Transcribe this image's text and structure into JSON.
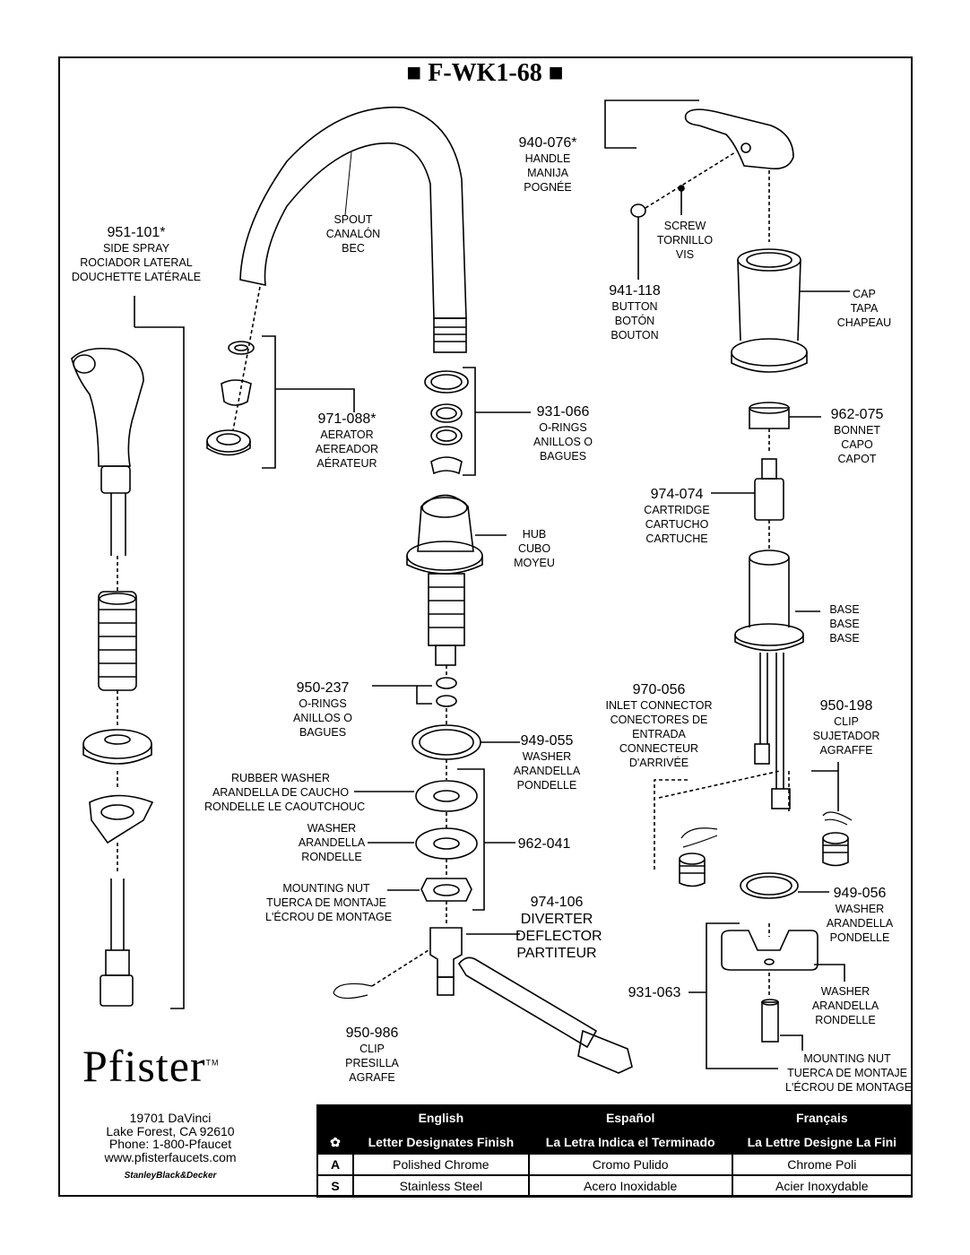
{
  "title": "■ F-WK1-68 ■",
  "parts": {
    "side_spray": {
      "num": "951-101*",
      "en": "SIDE SPRAY",
      "es": "ROCIADOR LATERAL",
      "fr": "DOUCHETTE LATÉRALE"
    },
    "spout": {
      "en": "SPOUT",
      "es": "CANALÓN",
      "fr": "BEC"
    },
    "aerator": {
      "num": "971-088*",
      "en": "AERATOR",
      "es": "AEREADOR",
      "fr": "AÉRATEUR"
    },
    "orings_931": {
      "num": "931-066",
      "en": "O-RINGS",
      "es": "ANILLOS O",
      "fr": "BAGUES"
    },
    "hub": {
      "en": "HUB",
      "es": "CUBO",
      "fr": "MOYEU"
    },
    "orings_950": {
      "num": "950-237",
      "en": "O-RINGS",
      "es": "ANILLOS O",
      "fr": "BAGUES"
    },
    "washer_949_055": {
      "num": "949-055",
      "en": "WASHER",
      "es": "ARANDELLA",
      "fr": "PONDELLE"
    },
    "rubber_washer": {
      "en": "RUBBER WASHER",
      "es": "ARANDELLA DE CAUCHO",
      "fr": "RONDELLE LE CAOUTCHOUC"
    },
    "washer_plain": {
      "en": "WASHER",
      "es": "ARANDELLA",
      "fr": "RONDELLE"
    },
    "group_962_041": {
      "num": "962-041"
    },
    "mounting_nut_left": {
      "en": "MOUNTING NUT",
      "es": "TUERCA DE MONTAJE",
      "fr": "L'ÉCROU DE MONTAGE"
    },
    "diverter": {
      "num": "974-106",
      "en": "DIVERTER",
      "es": "DEFLECTOR",
      "fr": "PARTITEUR"
    },
    "clip_950_986": {
      "num": "950-986",
      "en": "CLIP",
      "es": "PRESILLA",
      "fr": "AGRAFE"
    },
    "handle": {
      "num": "940-076*",
      "en": "HANDLE",
      "es": "MANIJA",
      "fr": "POGNÉE"
    },
    "screw": {
      "en": "SCREW",
      "es": "TORNILLO",
      "fr": "VIS"
    },
    "button": {
      "num": "941-118",
      "en": "BUTTON",
      "es": "BOTÓN",
      "fr": "BOUTON"
    },
    "cap": {
      "en": "CAP",
      "es": "TAPA",
      "fr": "CHAPEAU"
    },
    "bonnet": {
      "num": "962-075",
      "en": "BONNET",
      "es": "CAPO",
      "fr": "CAPOT"
    },
    "cartridge": {
      "num": "974-074",
      "en": "CARTRIDGE",
      "es": "CARTUCHO",
      "fr": "CARTUCHE"
    },
    "base": {
      "en": "BASE",
      "es": "BASE",
      "fr": "BASE"
    },
    "inlet": {
      "num": "970-056",
      "en": "INLET CONNECTOR",
      "es": "CONECTORES DE",
      "es2": "ENTRADA",
      "fr": "CONNECTEUR",
      "fr2": "D'ARRIVÉE"
    },
    "clip_950_198": {
      "num": "950-198",
      "en": "CLIP",
      "es": "SUJETADOR",
      "fr": "AGRAFFE"
    },
    "washer_949_056": {
      "num": "949-056",
      "en": "WASHER",
      "es": "ARANDELLA",
      "fr": "PONDELLE"
    },
    "group_931_063": {
      "num": "931-063"
    },
    "washer_right": {
      "en": "WASHER",
      "es": "ARANDELLA",
      "fr": "RONDELLE"
    },
    "mounting_nut_right": {
      "en": "MOUNTING NUT",
      "es": "TUERCA DE MONTAJE",
      "fr": "L'ÉCROU DE MONTAGE"
    }
  },
  "company": {
    "logo": "Pfister",
    "tm": "TM",
    "address1": "19701 DaVinci",
    "address2": "Lake Forest, CA 92610",
    "phone": "Phone: 1-800-Pfaucet",
    "web": "www.pfisterfaucets.com",
    "parent": "StanleyBlack&Decker"
  },
  "legend": {
    "headers": [
      "English",
      "Español",
      "Français"
    ],
    "symbol": "✿",
    "subheaders": [
      "Letter Designates Finish",
      "La Letra Indica el Terminado",
      "La Lettre Designe La Fini"
    ],
    "rows": [
      {
        "code": "A",
        "en": "Polished Chrome",
        "es": "Cromo Pulido",
        "fr": "Chrome Poli"
      },
      {
        "code": "S",
        "en": "Stainless Steel",
        "es": "Acero Inoxidable",
        "fr": "Acier Inoxydable"
      }
    ]
  }
}
